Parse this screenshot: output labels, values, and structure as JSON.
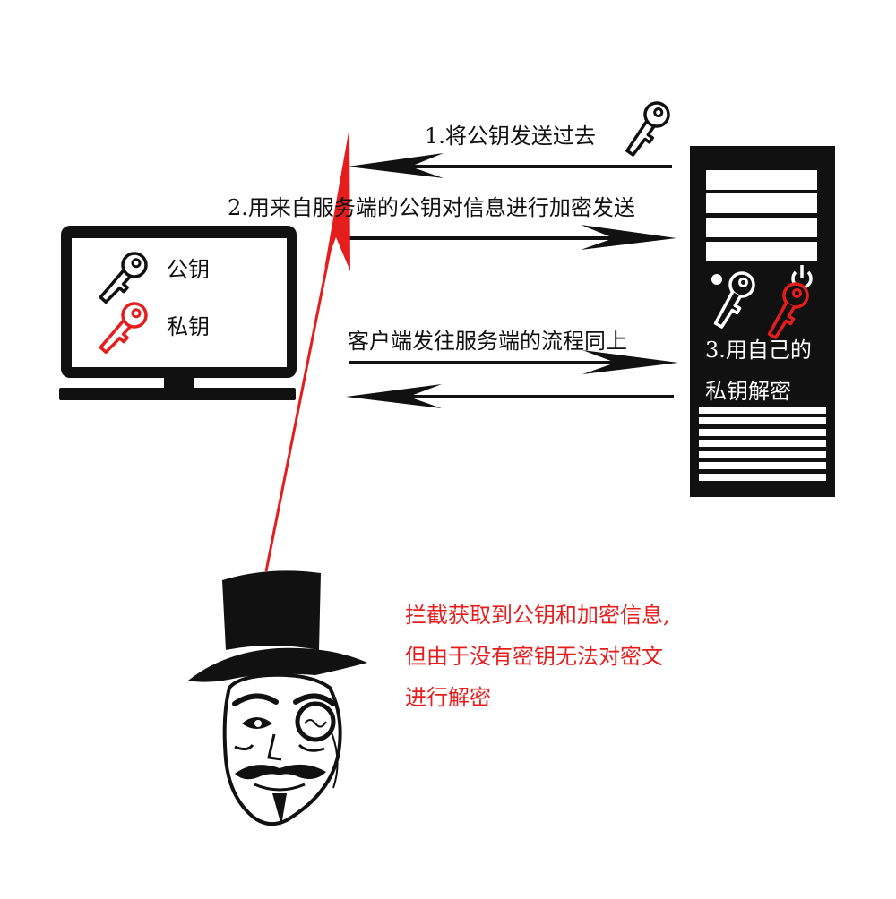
{
  "colors": {
    "ink": "#111111",
    "accent_red": "#e51d1d",
    "background": "#ffffff"
  },
  "steps": {
    "step1": "1.将公钥发送过去",
    "step2": "2.用来自服务端的公钥对信息进行加密发送",
    "client_to_server": "客户端发往服务端的流程同上",
    "step3_line1": "3.用自己的",
    "step3_line2": "私钥解密"
  },
  "legend": {
    "public_key": "公钥",
    "private_key": "私钥"
  },
  "attacker_note": {
    "line1": "拦截获取到公钥和加密信息,",
    "line2": "但由于没有密钥无法对密文",
    "line3": "进行解密"
  },
  "icons": [
    "key-icon",
    "monitor-icon",
    "server-icon",
    "power-icon",
    "hacker-icon"
  ]
}
